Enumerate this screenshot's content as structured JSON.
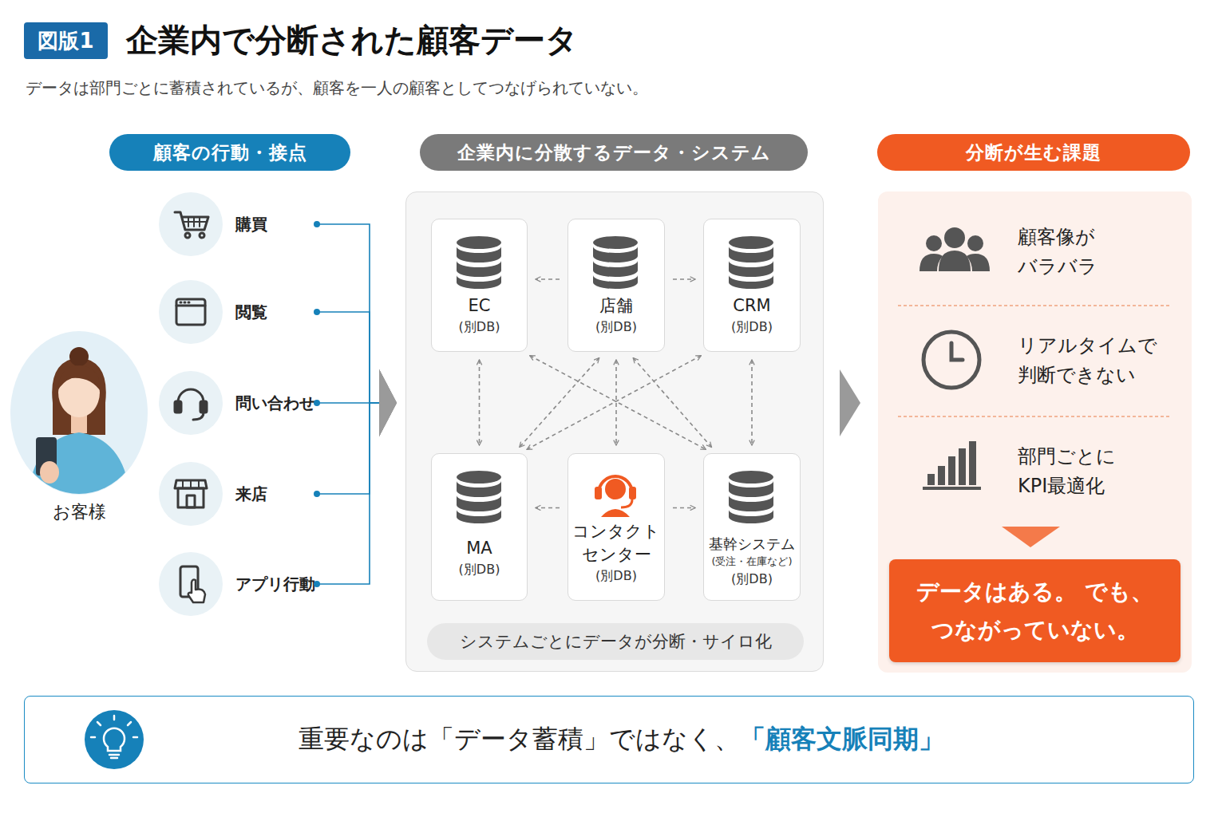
{
  "diagram": {
    "title": "企業内で分断された顧客データ",
    "caption": "データは部門ごとに蓄積されているが、顧客を一人の顧客としてつなげられていない。",
    "nodes": [
      {
        "text": [
          "顧客の行動・接点"
        ]
      },
      {
        "text": [
          "企業内に分散するデータ・システム"
        ]
      },
      {
        "text": [
          "分断が生む課題"
        ]
      },
      {
        "text": [
          "お客様"
        ]
      },
      {
        "text": [
          "購買"
        ]
      },
      {
        "text": [
          "閲覧"
        ]
      },
      {
        "text": [
          "問い合わせ"
        ]
      },
      {
        "text": [
          "来店"
        ]
      },
      {
        "text": [
          "アプリ行動"
        ]
      },
      {
        "text": []
      },
      {
        "text": [
          "EC",
          "(別DB)"
        ],
        "in": 9
      },
      {
        "text": [
          "店舗",
          "(別DB)"
        ],
        "in": 9
      },
      {
        "text": [
          "CRM",
          "(別DB)"
        ],
        "in": 9
      },
      {
        "text": [
          "MA",
          "(別DB)"
        ],
        "in": 9
      },
      {
        "text": [
          "コンタクト センター",
          "(別DB)"
        ],
        "in": 9
      },
      {
        "text": [
          "基幹システム",
          "(受注・在庫など)",
          "(別DB)"
        ],
        "in": 9
      },
      {
        "text": [
          "システムごとにデータが分断・サイロ化"
        ],
        "in": 9
      },
      {
        "text": [
          "顧客像が バラバラ",
          "リアルタイムで 判断できない",
          "部門ごとに KPI最適化"
        ]
      },
      {
        "text": [
          "データはある。 でも、つながっていない。"
        ],
        "in": 17
      },
      {
        "text": [
          "重要なのは「データ蓄積」ではなく、",
          "「顧客文脈同期」"
        ]
      }
    ],
    "edges": [
      {
        "from": 4,
        "to": 9,
        "arrow": "to"
      },
      {
        "from": 5,
        "to": 9,
        "arrow": "to"
      },
      {
        "from": 6,
        "to": 9,
        "arrow": "to"
      },
      {
        "from": 7,
        "to": 9,
        "arrow": "to"
      },
      {
        "from": 8,
        "to": 9,
        "arrow": "to"
      },
      {
        "from": 9,
        "to": 17,
        "arrow": "to"
      },
      {
        "from": 11,
        "to": 10,
        "arrow": "to"
      },
      {
        "from": 11,
        "to": 12,
        "arrow": "to"
      },
      {
        "from": 10,
        "to": 13,
        "arrow": "both"
      },
      {
        "from": 12,
        "to": 15,
        "arrow": "both"
      },
      {
        "from": 11,
        "to": 14,
        "arrow": "both"
      },
      {
        "from": 10,
        "to": 15,
        "arrow": "both"
      },
      {
        "from": 12,
        "to": 13,
        "arrow": "both"
      },
      {
        "from": 11,
        "to": 13,
        "arrow": "both"
      },
      {
        "from": 11,
        "to": 15,
        "arrow": "both"
      },
      {
        "from": 14,
        "to": 13,
        "arrow": "to"
      },
      {
        "from": 14,
        "to": 15,
        "arrow": "to"
      }
    ],
    "labels": [
      "図版1"
    ]
  }
}
